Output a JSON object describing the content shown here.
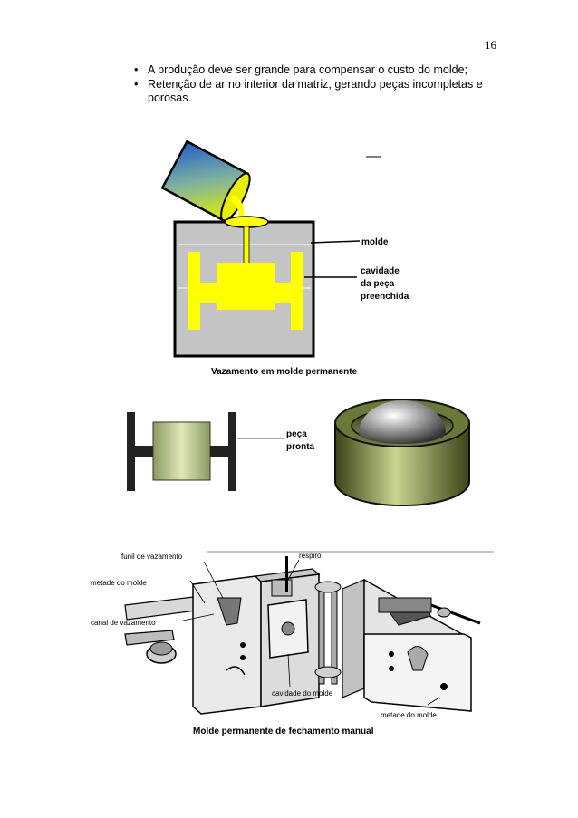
{
  "page": {
    "number": "16"
  },
  "bullets": [
    "A produção deve ser grande para compensar o custo do molde;",
    "Retenção de ar no interior da matriz, gerando peças incompletas e porosas."
  ],
  "figure1": {
    "labels": {
      "molde": "molde",
      "cavidade_1": "cavidade",
      "cavidade_2": "da peça",
      "cavidade_3": "preenchida"
    },
    "caption": "Vazamento em molde permanente",
    "colors": {
      "metal": "#ffff00",
      "mold": "#c0c0c0",
      "ladle_top": "#2f6fd0",
      "ladle_bottom": "#d8f000"
    }
  },
  "figure2": {
    "labels": {
      "peca_1": "peça",
      "peca_2": "pronta"
    },
    "colors": {
      "part": "#c8d8a0",
      "ring": "#5a6a30"
    }
  },
  "figure3": {
    "labels": {
      "funil": "funil de vazamento",
      "respiro": "respiro",
      "metade_esq": "metade do molde",
      "canal": "canal de vazamento",
      "cavidade": "cavidade do molde",
      "metade_dir": "metade do molde"
    },
    "caption": "Molde permanente de fechamento manual"
  }
}
